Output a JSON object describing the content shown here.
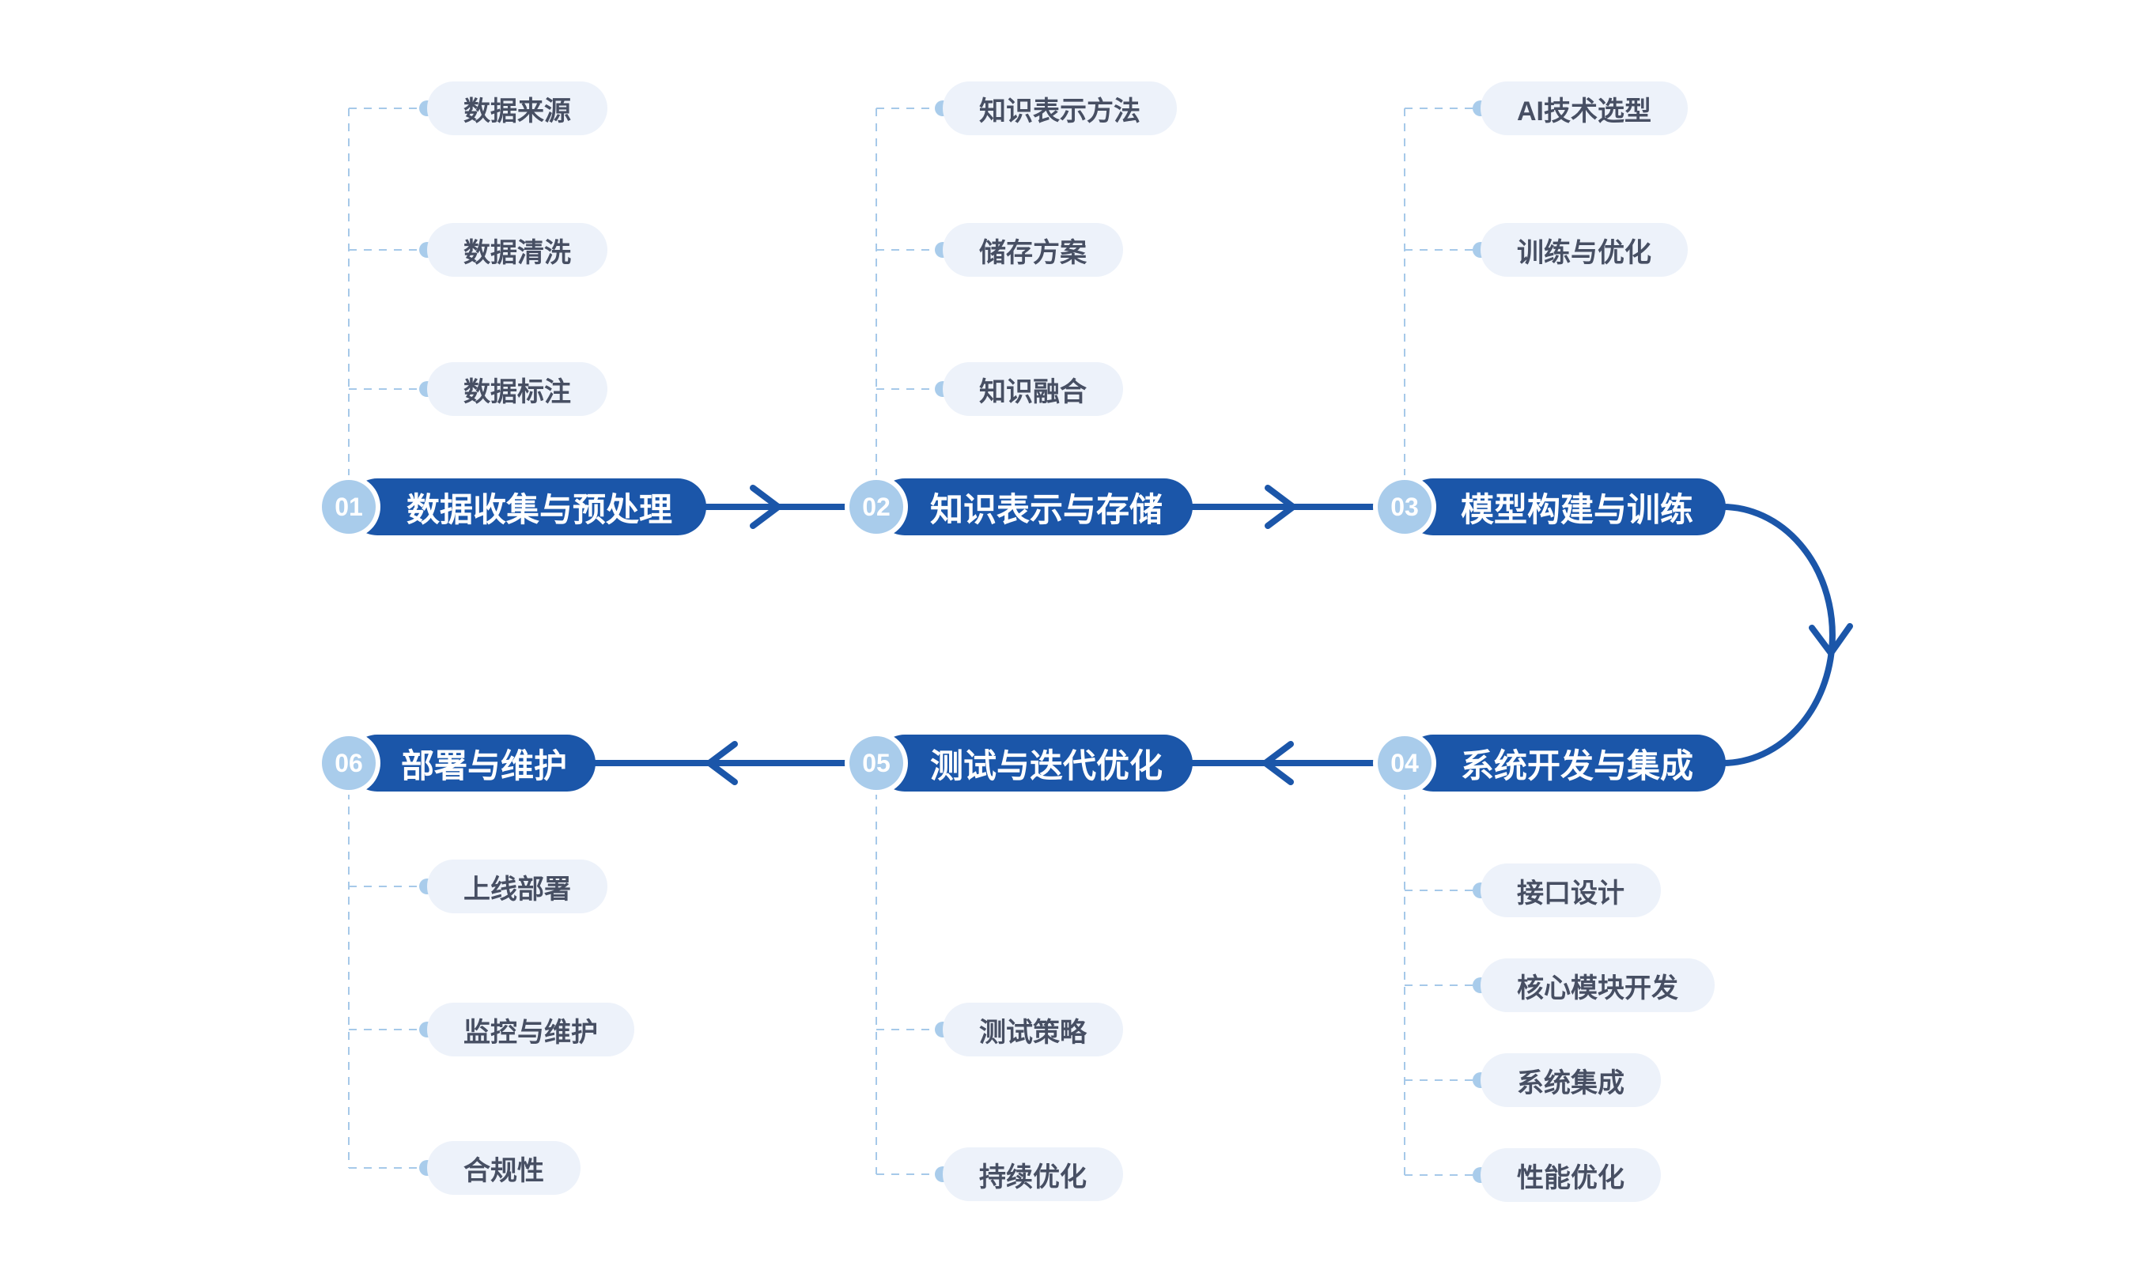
{
  "colors": {
    "primary_blue": "#1B56A9",
    "light_blue_badge": "#A9CCEB",
    "sub_pill_background": "#EDF2FA",
    "sub_pill_text": "#474F63",
    "dashed_line": "#A6C9E9",
    "background": "#FFFFFF"
  },
  "flow": {
    "stages": [
      {
        "number": "01",
        "title": "数据收集与预处理",
        "sub_items": [
          "数据来源",
          "数据清洗",
          "数据标注"
        ]
      },
      {
        "number": "02",
        "title": "知识表示与存储",
        "sub_items": [
          "知识表示方法",
          "储存方案",
          "知识融合"
        ]
      },
      {
        "number": "03",
        "title": "模型构建与训练",
        "sub_items": [
          "AI技术选型",
          "训练与优化"
        ]
      },
      {
        "number": "04",
        "title": "系统开发与集成",
        "sub_items": [
          "接口设计",
          "核心模块开发",
          "系统集成",
          "性能优化"
        ]
      },
      {
        "number": "05",
        "title": "测试与迭代优化",
        "sub_items": [
          "测试策略",
          "持续优化"
        ]
      },
      {
        "number": "06",
        "title": "部署与维护",
        "sub_items": [
          "上线部署",
          "监控与维护",
          "合规性"
        ]
      }
    ]
  }
}
